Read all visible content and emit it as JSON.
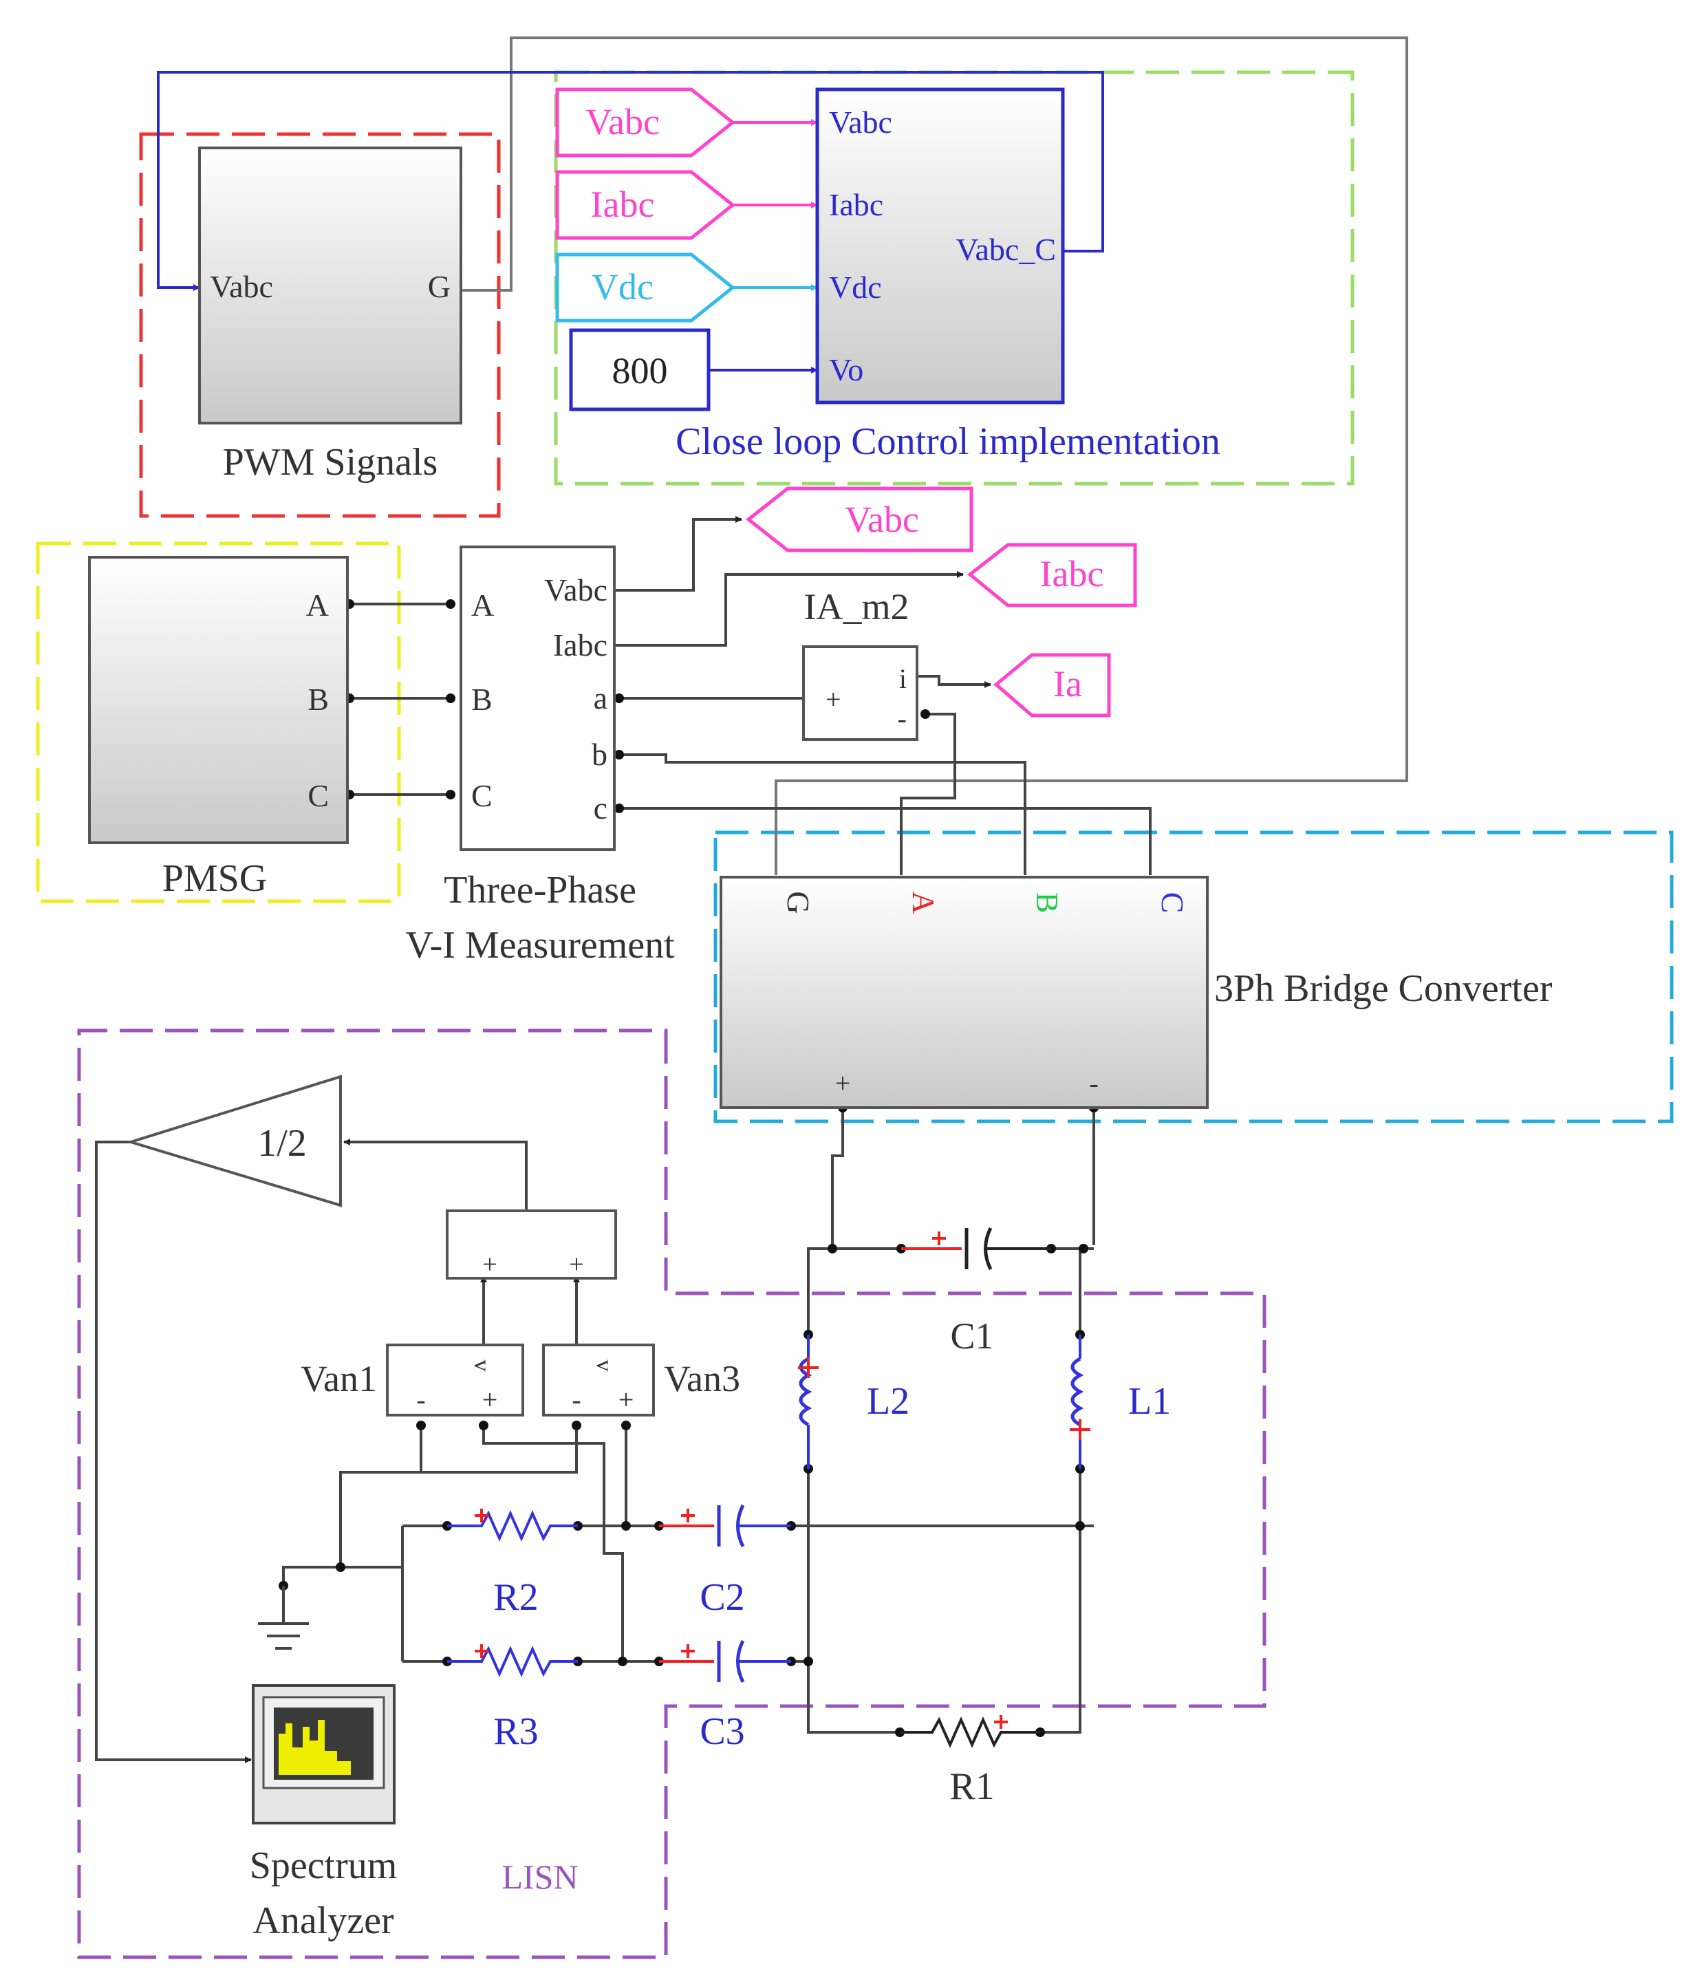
{
  "colors": {
    "pink": "#ff44cc",
    "cyan": "#33bbee",
    "blue": "#2a2acc",
    "red_dash": "#ee3333",
    "green_dash": "#99dd66",
    "yellow_dash": "#eeee22",
    "blue_dash": "#22aadd",
    "purple_dash": "#9955bb",
    "phase_red": "#ee2222",
    "phase_green": "#22cc44",
    "phase_blue": "#3333dd"
  },
  "pwm": {
    "caption": "PWM Signals",
    "in_port": "Vabc",
    "out_port": "G"
  },
  "control": {
    "caption": "Close loop Control implementation",
    "in_ports": [
      "Vabc",
      "Iabc",
      "Vdc",
      "Vo"
    ],
    "out_port": "Vabc_C",
    "tags": [
      "Vabc",
      "Iabc",
      "Vdc"
    ],
    "constant": "800"
  },
  "pmsg": {
    "caption": "PMSG",
    "ports": [
      "A",
      "B",
      "C"
    ]
  },
  "vi_meas": {
    "caption_line1": "Three-Phase",
    "caption_line2": "V-I Measurement",
    "left_ports": [
      "A",
      "B",
      "C"
    ],
    "right_ports": [
      "Vabc",
      "Iabc",
      "a",
      "b",
      "c"
    ]
  },
  "goto_tags": {
    "vabc": "Vabc",
    "iabc": "Iabc",
    "ia": "Ia"
  },
  "current_meas": {
    "label": "IA_m2",
    "port_i": "i",
    "port_plus": "+",
    "port_minus": "-"
  },
  "bridge": {
    "caption": "3Ph Bridge Converter",
    "ports": [
      "G",
      "A",
      "B",
      "C"
    ],
    "dc_plus": "+",
    "dc_minus": "-"
  },
  "gain": {
    "value": "1/2"
  },
  "voltmeters": {
    "van1": "Van1",
    "van3": "Van3",
    "v_symbol": "v",
    "plus": "+",
    "minus": "-"
  },
  "components": {
    "c1": "C1",
    "l1": "L1",
    "l2": "L2",
    "r1": "R1",
    "r2": "R2",
    "r3": "R3",
    "c2": "C2",
    "c3": "C3"
  },
  "lisn": {
    "label": "LISN"
  },
  "spectrum": {
    "line1": "Spectrum",
    "line2": "Analyzer"
  }
}
